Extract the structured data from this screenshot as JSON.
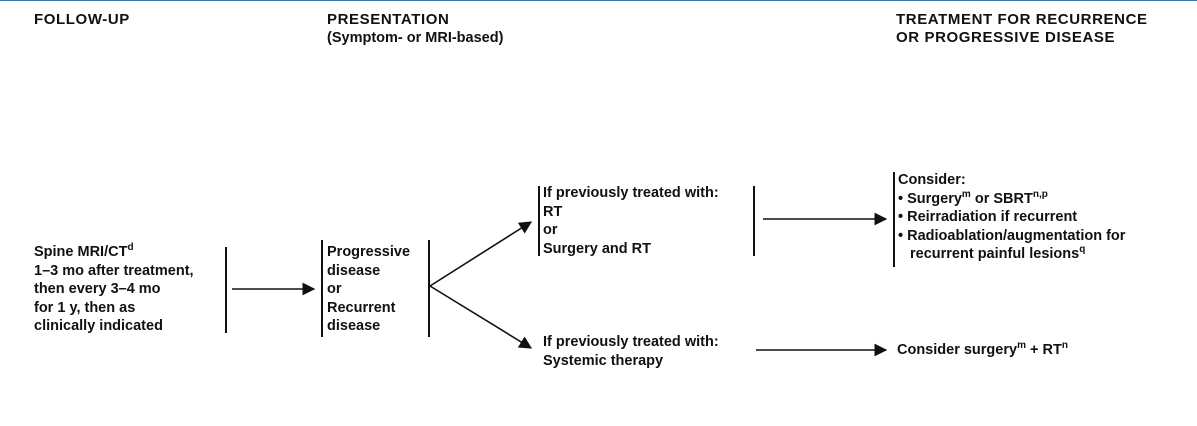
{
  "headers": {
    "follow_up": "FOLLOW-UP",
    "presentation": "PRESENTATION",
    "presentation_sub": "(Symptom- or MRI-based)",
    "treatment_line1": "TREATMENT FOR RECURRENCE",
    "treatment_line2": "OR PROGRESSIVE DISEASE"
  },
  "follow_up_box": {
    "title": "Spine MRI/CT",
    "title_sup": "d",
    "lines": [
      "1–3 mo after treatment,",
      "then every 3–4 mo",
      "for 1 y, then as",
      "clinically indicated"
    ]
  },
  "presentation_box": {
    "lines": [
      "Progressive",
      "disease",
      "or",
      "Recurrent",
      "disease"
    ]
  },
  "branch_upper": {
    "lines": [
      "If previously treated with:",
      "RT",
      "or",
      "Surgery and RT"
    ]
  },
  "branch_lower": {
    "lines": [
      "If previously treated with:",
      "Systemic therapy"
    ]
  },
  "consider_upper": {
    "title": "Consider:",
    "bullet1_a": "Surgery",
    "bullet1_sup1": "m",
    "bullet1_b": " or SBRT",
    "bullet1_sup2": "n,p",
    "bullet2": "Reirradiation if recurrent",
    "bullet3_line1": "Radioablation/augmentation for",
    "bullet3_line2": "recurrent painful lesions",
    "bullet3_sup": "q"
  },
  "consider_lower": {
    "text_a": "Consider surgery",
    "sup1": "m",
    "text_b": " + RT",
    "sup2": "n"
  }
}
